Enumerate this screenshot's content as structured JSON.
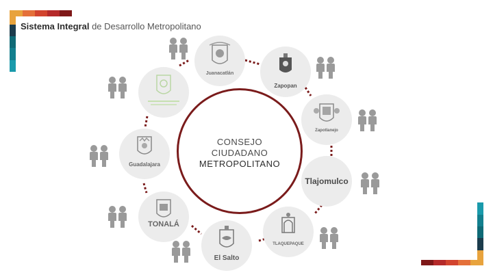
{
  "title": {
    "bold": "Sistema Integral",
    "rest": "de Desarrollo Metropolitano"
  },
  "center": {
    "line1": "CONSEJO",
    "line2": "CIUDADANO",
    "line3": "METROPOLITANO"
  },
  "municipalities": [
    {
      "id": "juanacatlan",
      "label": "Juanacatlán"
    },
    {
      "id": "zapopan",
      "label": "Zapopan"
    },
    {
      "id": "zapotlanejo",
      "label": "Zapotlanejo"
    },
    {
      "id": "tlajomulco",
      "label": "Tlajomulco"
    },
    {
      "id": "tlaquepaque",
      "label": "TLAQUEPAQUE"
    },
    {
      "id": "el-salto",
      "label": "El Salto"
    },
    {
      "id": "tonala",
      "label": "TONALÁ"
    },
    {
      "id": "guadalajara",
      "label": "Guadalajara"
    },
    {
      "id": "ixtlahuacan",
      "label": ""
    }
  ],
  "colors": {
    "accent_dark_red": "#7a1b1b",
    "bar_orange": "#e8a33d",
    "bar_orange2": "#e4703a",
    "bar_red": "#c8342d",
    "bar_dark_red": "#8e1a1a",
    "bar_teal": "#1a9aab",
    "bar_teal_dark": "#0f6a76",
    "bar_navy": "#1c3c4c",
    "node_bg": "#ececec",
    "people_gray": "#9a9a9a"
  },
  "icons": {
    "people": "people-pair-icon",
    "seal": "municipal-seal-icon"
  }
}
